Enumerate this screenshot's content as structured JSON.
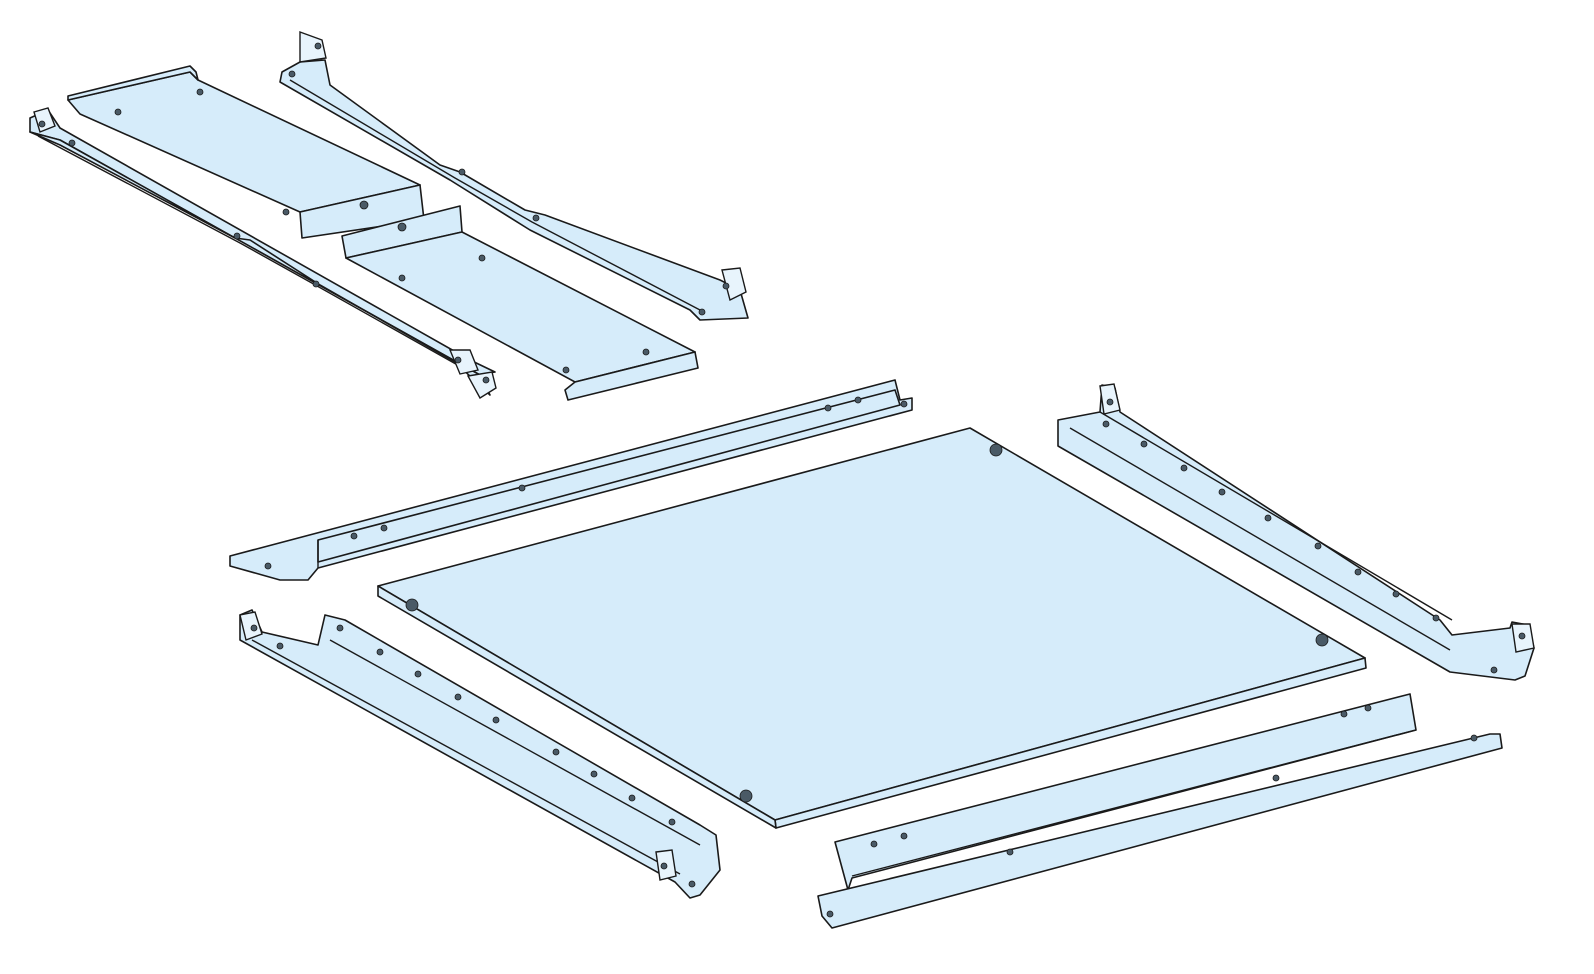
{
  "diagram": {
    "palette": {
      "panel_fill": "#d6ecfa",
      "panel_fill_light": "#e8f4fc",
      "outline": "#1a1a1a",
      "hole": "#4a5a66",
      "background": "#ffffff"
    },
    "parts": [
      {
        "id": "part-small-plate-upper",
        "label": ""
      },
      {
        "id": "part-small-plate-lower",
        "label": ""
      },
      {
        "id": "part-long-bracket-upper-right",
        "label": ""
      },
      {
        "id": "part-long-rail-upper-left",
        "label": ""
      },
      {
        "id": "part-main-plate",
        "label": ""
      },
      {
        "id": "part-rail-top-left",
        "label": ""
      },
      {
        "id": "part-rail-bottom-left",
        "label": ""
      },
      {
        "id": "part-rail-right",
        "label": ""
      },
      {
        "id": "part-rail-bottom-right",
        "label": ""
      }
    ]
  }
}
